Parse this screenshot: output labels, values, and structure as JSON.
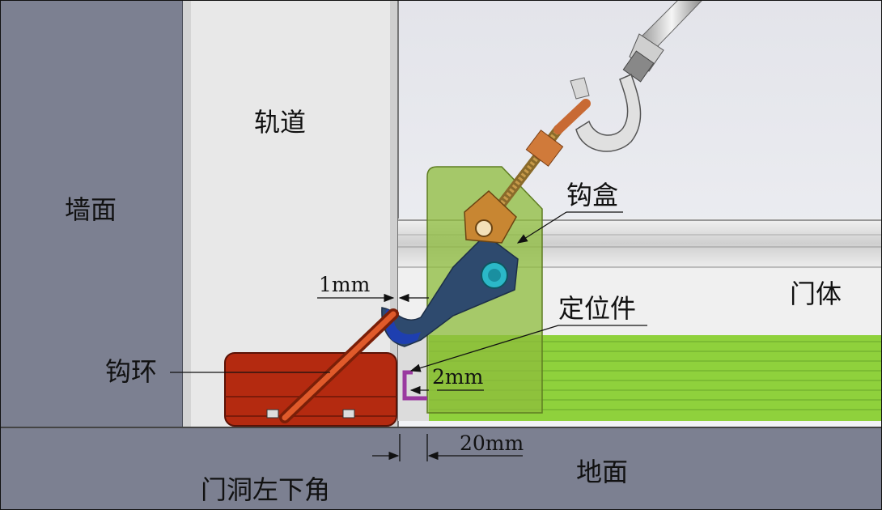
{
  "labels": {
    "wall": "墙面",
    "track": "轨道",
    "hook_box": "钩盒",
    "door_body": "门体",
    "locator": "定位件",
    "hook_ring": "钩环",
    "ground": "地面",
    "door_corner": "门洞左下角"
  },
  "dimensions": {
    "gap_hook": "1mm",
    "gap_locator": "2mm",
    "gap_bottom": "20mm"
  },
  "colors": {
    "wall": "#7c8091",
    "ground": "#7c8091",
    "track": "#e6e6e6",
    "hook_box": "#8ebc3c",
    "hook_ring_block": "#b42a10",
    "arm": "#2e4a6e",
    "bracket": "#c88632",
    "locator": "#9a3aa0",
    "green_strip": "#8fd13c"
  }
}
